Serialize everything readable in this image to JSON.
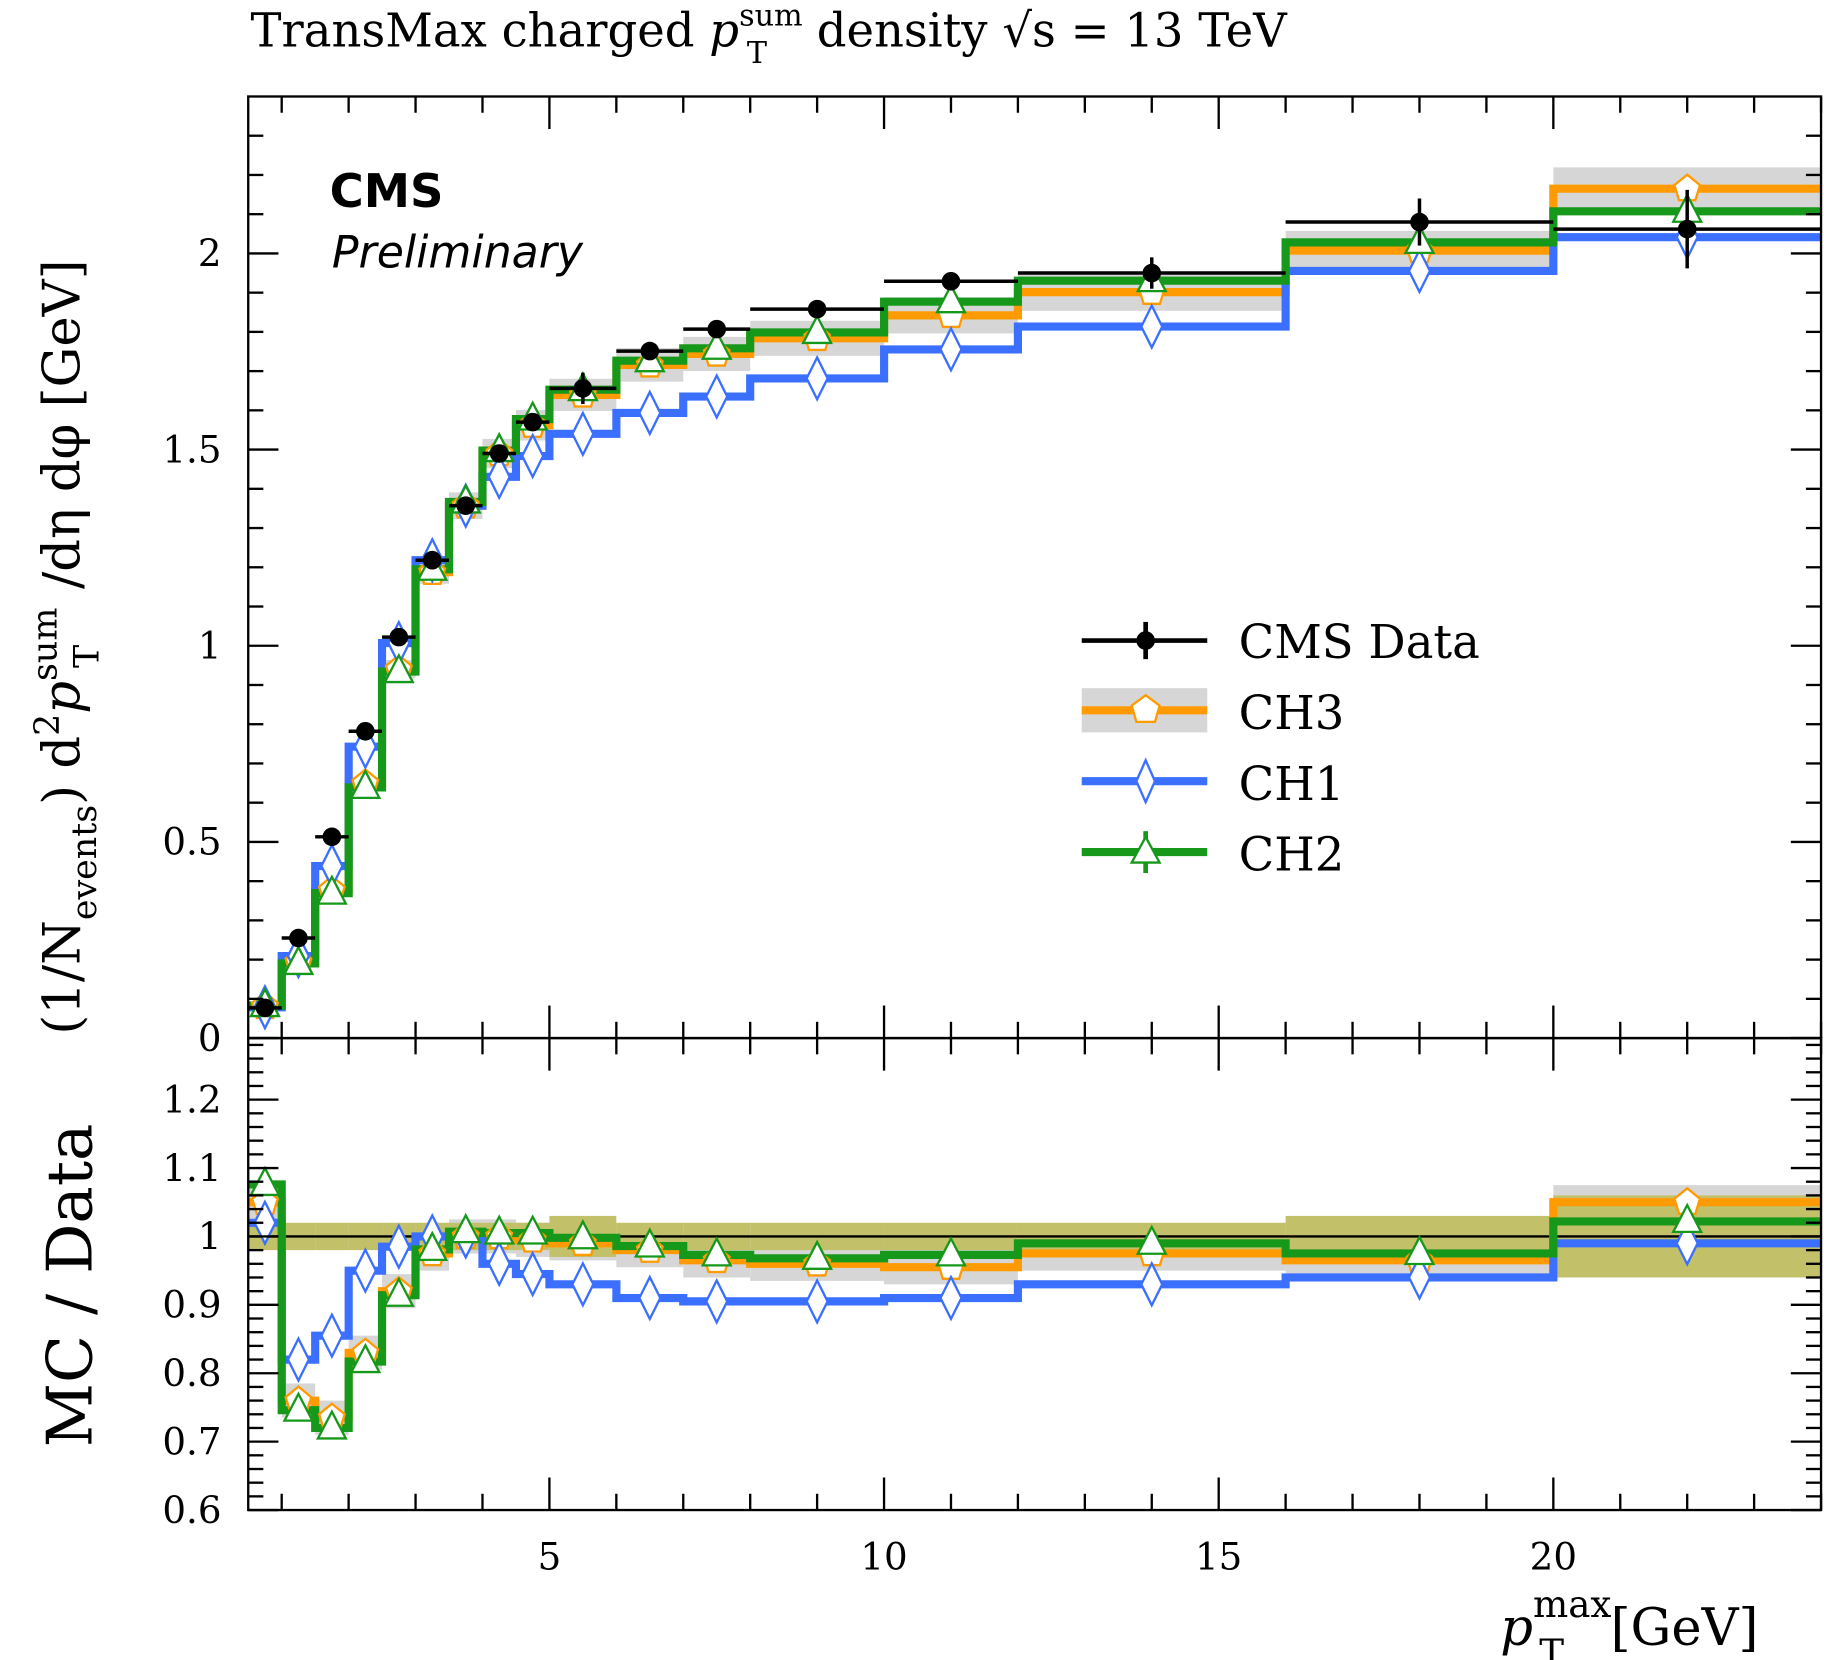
{
  "chart_data": {
    "type": "line",
    "title": {
      "prefix": "TransMax charged ",
      "var": "p",
      "sup": "sum",
      "sub": "T",
      "suffix": " density ",
      "energy": "√s = 13 TeV"
    },
    "ylabel": {
      "a": "(1/N",
      "a_sub": "events",
      "b": ") d",
      "b_sup": "2",
      "c": "p",
      "c_sup": "sum",
      "c_sub": "T",
      "d": " /dη dφ [GeV]"
    },
    "ratio_ylabel": "MC / Data",
    "xlabel": {
      "var": "p",
      "sup": "max",
      "sub": "T",
      "unit": "[GeV]"
    },
    "experiment": "CMS",
    "status": "Preliminary",
    "xlim": [
      0.5,
      24
    ],
    "ylim": [
      0,
      2.4
    ],
    "ratio_ylim": [
      0.6,
      1.29
    ],
    "x_ticks": [
      "5",
      "10",
      "15",
      "20"
    ],
    "y_ticks": [
      "0",
      "0.5",
      "1",
      "1.5",
      "2"
    ],
    "ratio_y_ticks": [
      "0.6",
      "0.7",
      "0.8",
      "0.9",
      "1",
      "1.1",
      "1.2"
    ],
    "bin_edges": [
      0.5,
      1,
      1.5,
      2,
      2.5,
      3,
      3.5,
      4,
      4.5,
      5,
      6,
      7,
      8,
      10,
      12,
      16,
      20,
      24
    ],
    "data": {
      "name": "CMS Data",
      "y": [
        0.077,
        0.255,
        0.513,
        0.782,
        1.022,
        1.218,
        1.357,
        1.49,
        1.57,
        1.656,
        1.751,
        1.807,
        1.858,
        1.929,
        1.95,
        2.08,
        2.062
      ],
      "yerr": [
        0.005,
        0.005,
        0.008,
        0.01,
        0.01,
        0.01,
        0.012,
        0.015,
        0.02,
        0.04,
        0.02,
        0.02,
        0.02,
        0.02,
        0.04,
        0.06,
        0.1
      ],
      "ratio_band": [
        0.02,
        0.02,
        0.02,
        0.02,
        0.02,
        0.02,
        0.02,
        0.02,
        0.02,
        0.03,
        0.02,
        0.02,
        0.02,
        0.02,
        0.02,
        0.03,
        0.06
      ]
    },
    "series": [
      {
        "name": "CH3",
        "color": "#ff9a00",
        "marker": "pentagon",
        "ratio": [
          1.05,
          0.76,
          0.735,
          0.83,
          0.92,
          0.975,
          1.0,
          1.0,
          0.995,
          0.99,
          0.98,
          0.965,
          0.96,
          0.955,
          0.975,
          0.965,
          1.05
        ]
      },
      {
        "name": "CH1",
        "color": "#3a6fff",
        "marker": "diamond",
        "ratio": [
          1.02,
          0.82,
          0.855,
          0.95,
          0.985,
          1.0,
          1.0,
          0.96,
          0.945,
          0.93,
          0.91,
          0.905,
          0.905,
          0.91,
          0.93,
          0.94,
          0.99
        ]
      },
      {
        "name": "CH2",
        "color": "#16981a",
        "marker": "triangle",
        "ratio": [
          1.076,
          0.746,
          0.72,
          0.817,
          0.914,
          0.981,
          1.007,
          1.005,
          1.005,
          0.998,
          0.986,
          0.973,
          0.968,
          0.973,
          0.99,
          0.975,
          1.022
        ]
      }
    ],
    "band_colors": {
      "mc_uncertainty": "#d6d6d6",
      "data_uncertainty": "#c2c068"
    }
  }
}
